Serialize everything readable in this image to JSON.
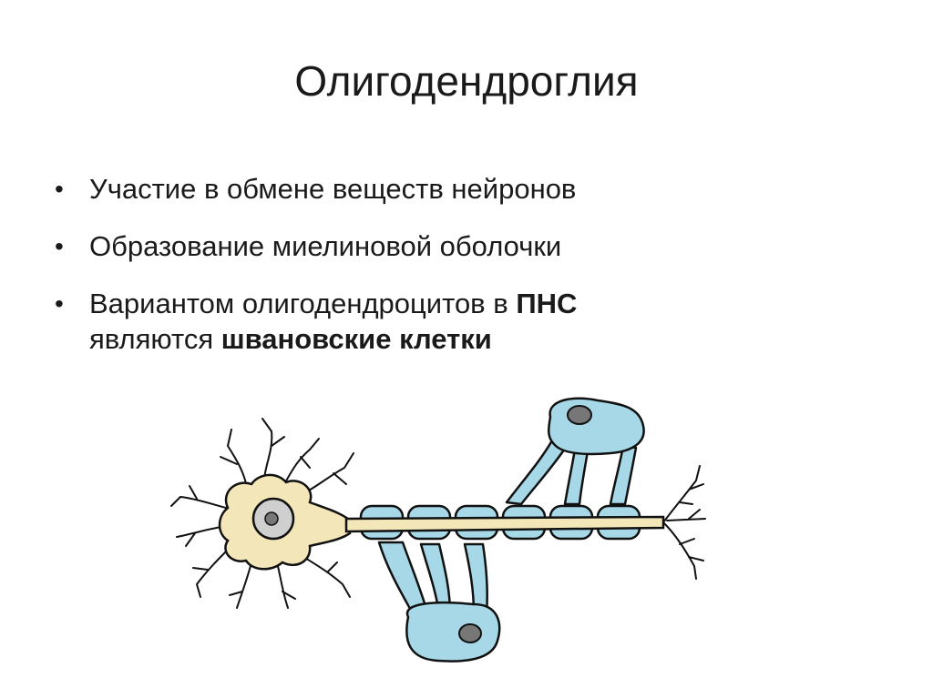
{
  "title": "Олигодендроглия",
  "bullets": [
    {
      "text": "Участие в обмене веществ нейронов"
    },
    {
      "text": "Образование миелиновой оболочки"
    },
    {
      "part1": "Вариантом олигодендроцитов в ",
      "bold1": "ПНС",
      "part2": "являются ",
      "bold2": "швановские клетки"
    }
  ],
  "bullet_glyph": "•",
  "colors": {
    "neuron_body": "#f3e6b8",
    "glia": "#a6d8e8",
    "outline": "#111111",
    "axon": "#f3e6b8",
    "nucleus": "#8a8a8a",
    "nucleus_ring": "#cfcfcf"
  }
}
